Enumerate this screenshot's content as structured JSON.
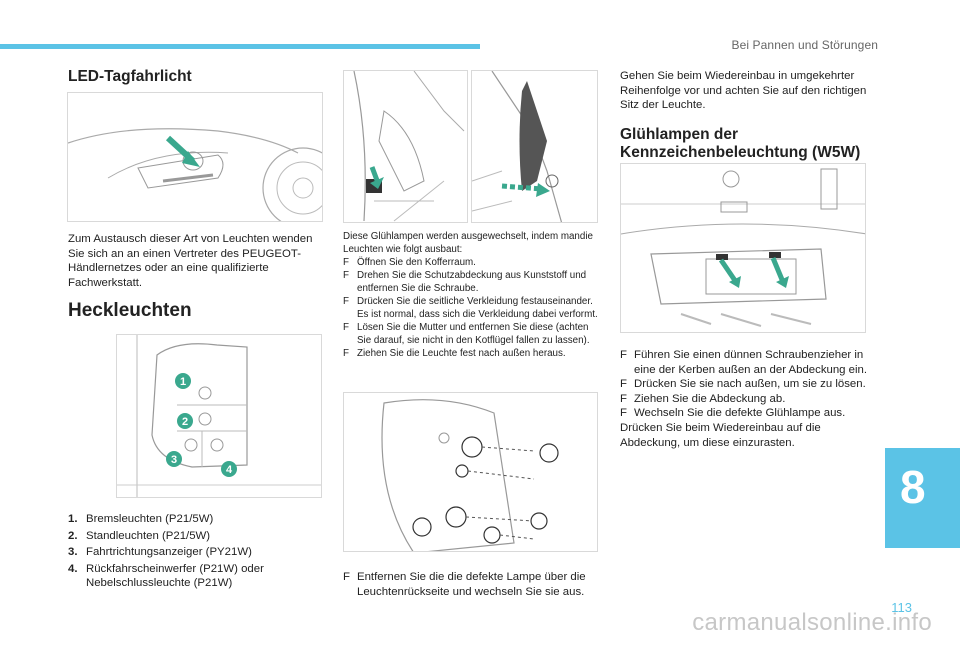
{
  "header": {
    "title": "Bei Pannen und Störungen"
  },
  "led": {
    "title": "LED-Tagfahrlicht",
    "text": "Zum Austausch dieser Art von Leuchten wenden Sie sich an an einen Vertreter des PEUGEOT-Händlernetzes oder an eine qualifizierte Fachwerkstatt."
  },
  "heck": {
    "title": "Heckleuchten",
    "badges": [
      "1",
      "2",
      "3",
      "4"
    ],
    "list": [
      {
        "n": "1.",
        "text": "Bremsleuchten (P21/5W)"
      },
      {
        "n": "2.",
        "text": "Standleuchten (P21/5W)"
      },
      {
        "n": "3.",
        "text": "Fahrtrichtungsanzeiger (PY21W)"
      },
      {
        "n": "4.",
        "text": "Rückfahrscheinwerfer (P21W) oder Nebelschlussleuchte (P21W)"
      }
    ]
  },
  "middle": {
    "intro": "Diese Glühlampen werden ausgewechselt, indem mandie Leuchten wie folgt ausbaut:",
    "steps": [
      "Öffnen Sie den Kofferraum.",
      "Drehen Sie die Schutzabdeckung aus Kunststoff und entfernen Sie die Schraube.",
      "Drücken Sie die seitliche Verkleidung festauseinander. Es ist normal, dass sich die Verkleidung dabei verformt.",
      "Lösen Sie die Mutter und entfernen Sie diese (achten Sie darauf, sie nicht in den Kotflügel fallen zu lassen).",
      "Ziehen Sie die Leuchte fest nach außen heraus."
    ],
    "step_bottom": "Entfernen Sie die die defekte Lampe über die Leuchtenrückseite und wechseln Sie sie aus."
  },
  "right": {
    "reinstall": "Gehen Sie beim Wiedereinbau in umgekehrter Reihenfolge vor und achten Sie auf den richtigen Sitz der Leuchte.",
    "title": "Glühlampen der Kennzeichenbeleuchtung (W5W)",
    "steps": [
      "Führen Sie einen dünnen Schraubenzieher in eine der Kerben außen an der Abdeckung ein.",
      "Drücken Sie sie nach außen, um sie zu lösen.",
      "Ziehen Sie die Abdeckung ab.",
      "Wechseln Sie die defekte Glühlampe aus."
    ],
    "closing": "Drücken Sie beim Wiedereinbau auf die Abdeckung, um diese einzurasten."
  },
  "bullet_mark": "F",
  "chapter": "8",
  "page_number": "113",
  "watermark": "carmanualsonline.info",
  "colors": {
    "accent": "#5bc3e6",
    "arrow": "#3aa88e"
  }
}
